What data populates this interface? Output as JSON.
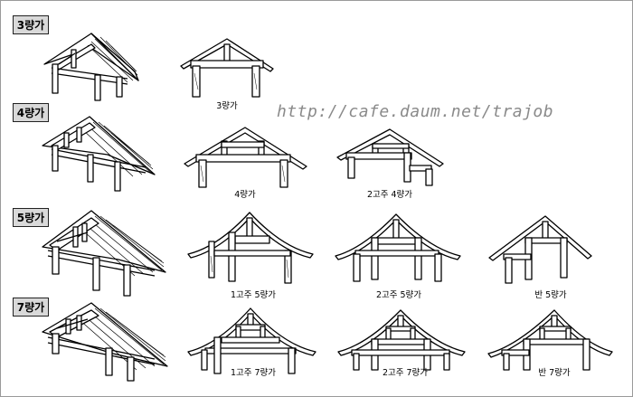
{
  "rows": [
    {
      "label": "3량가"
    },
    {
      "label": "4량가"
    },
    {
      "label": "5량가"
    },
    {
      "label": "7량가"
    }
  ],
  "captions": {
    "r1a": "3량가",
    "r2a": "4량가",
    "r2b": "2고주 4량가",
    "r3a": "1고주 5량가",
    "r3b": "2고주 5량가",
    "r3c": "반 5량가",
    "r4a": "1고주 7량가",
    "r4b": "2고주 7량가",
    "r4c": "반 7량가"
  },
  "watermark": "http://cafe.daum.net/trajob"
}
